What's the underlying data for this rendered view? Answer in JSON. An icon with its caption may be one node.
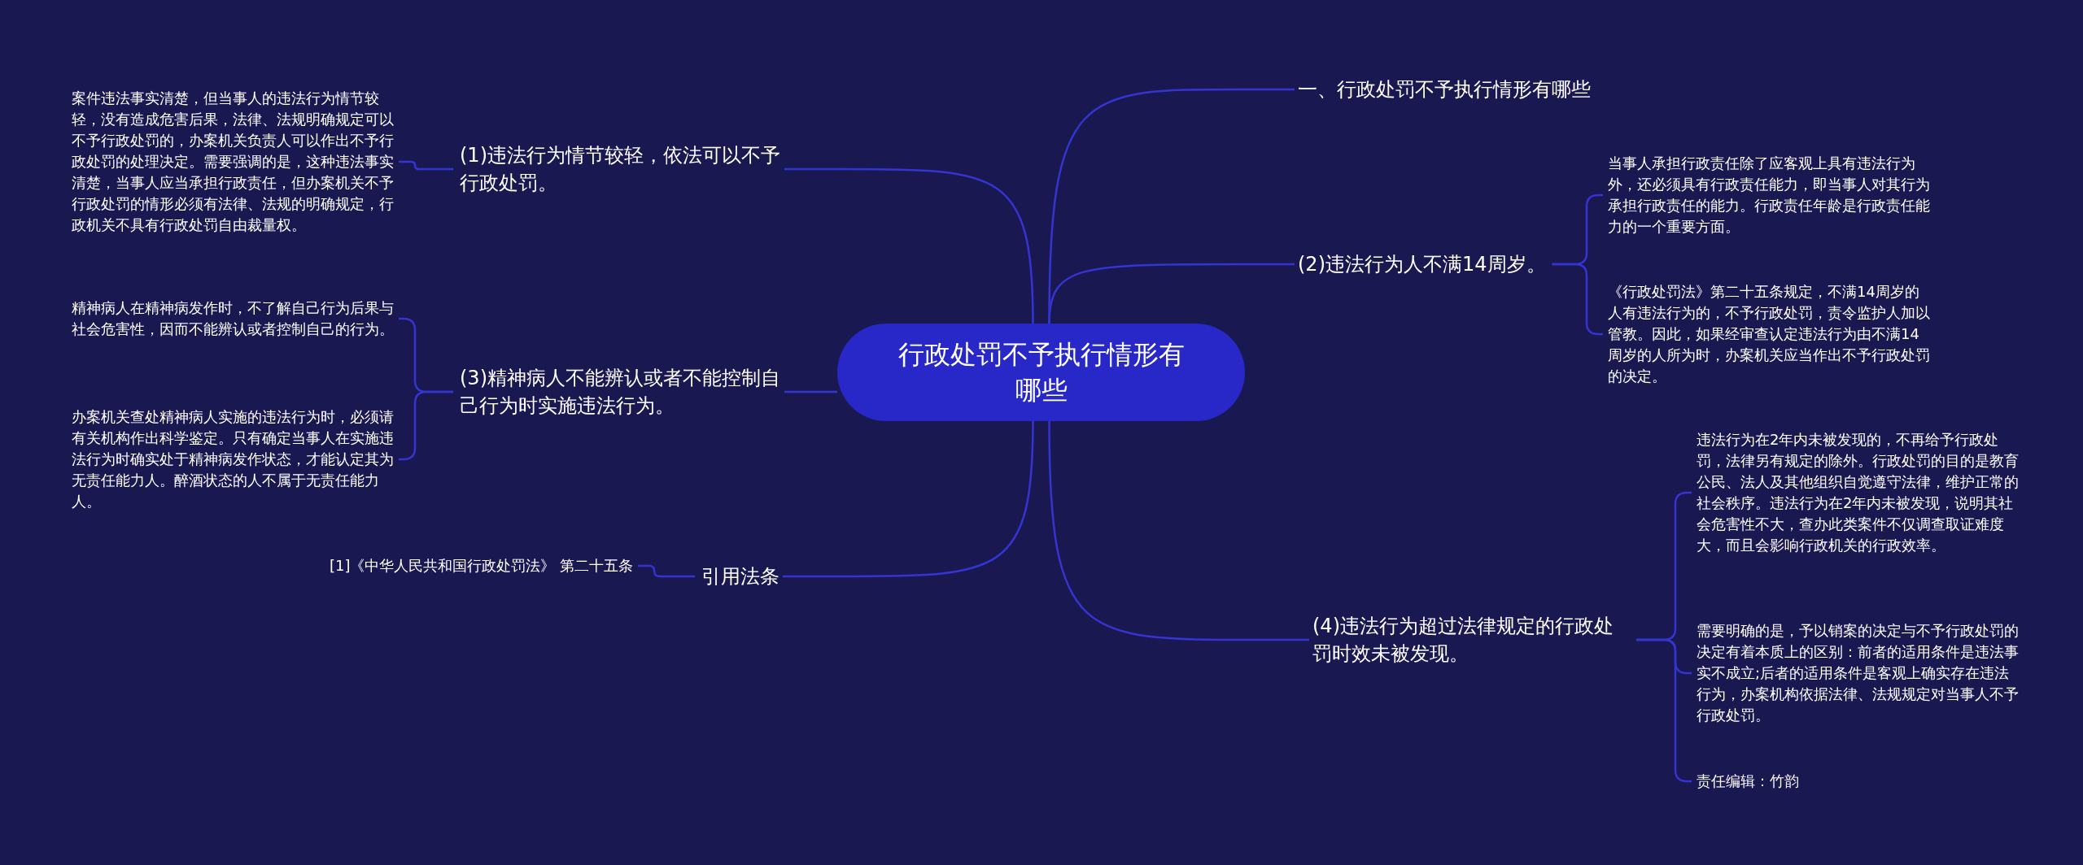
{
  "diagram": {
    "nodes": [
      {
        "text": [
          "行政处罚不予执行情形有哪些"
        ]
      },
      {
        "text": [
          "一、行政处罚不予执行情形有哪些"
        ]
      },
      {
        "text": [
          "(2)违法行为人不满14周岁。"
        ]
      },
      {
        "text": [
          "当事人承担行政责任除了应客观上具有违法行为外，还必须具有行政责任能力，即当事人对其行为承担行政责任的能力。行政责任年龄是行政责任能力的一个重要方面。"
        ]
      },
      {
        "text": [
          "《行政处罚法》第二十五条规定，不满14周岁的人有违法行为的，不予行政处罚，责令监护人加以管教。因此，如果经审查认定违法行为由不满14周岁的人所为时，办案机关应当作出不予行政处罚的决定。"
        ]
      },
      {
        "text": [
          "(4)违法行为超过法律规定的行政处罚时效未被发现。"
        ]
      },
      {
        "text": [
          "违法行为在2年内未被发现的，不再给予行政处罚，法律另有规定的除外。行政处罚的目的是教育公民、法人及其他组织自觉遵守法律，维护正常的社会秩序。违法行为在2年内未被发现，说明其社会危害性不大，查办此类案件不仅调查取证难度大，而且会影响行政机关的行政效率。"
        ]
      },
      {
        "text": [
          "需要明确的是，予以销案的决定与不予行政处罚的决定有着本质上的区别：前者的适用条件是违法事实不成立;后者的适用条件是客观上确实存在违法行为，办案机构依据法律、法规规定对当事人不予行政处罚。"
        ]
      },
      {
        "text": [
          "责任编辑：竹韵"
        ]
      },
      {
        "text": [
          "(1)违法行为情节较轻，依法可以不予行政处罚。"
        ]
      },
      {
        "text": [
          "案件违法事实清楚，但当事人的违法行为情节较轻，没有造成危害后果，法律、法规明确规定可以不予行政处罚的，办案机关负责人可以作出不予行政处罚的处理决定。需要强调的是，这种违法事实清楚，当事人应当承担行政责任，但办案机关不予行政处罚的情形必须有法律、法规的明确规定，行政机关不具有行政处罚自由裁量权。"
        ]
      },
      {
        "text": [
          "(3)精神病人不能辨认或者不能控制自己行为时实施违法行为。"
        ]
      },
      {
        "text": [
          "精神病人在精神病发作时，不了解自己行为后果与社会危害性，因而不能辨认或者控制自己的行为。"
        ]
      },
      {
        "text": [
          "办案机关查处精神病人实施的违法行为时，必须请有关机构作出科学鉴定。只有确定当事人在实施违法行为时确实处于精神病发作状态，才能认定其为无责任能力人。醉酒状态的人不属于无责任能力人。"
        ]
      },
      {
        "text": [
          "引用法条"
        ]
      },
      {
        "text": [
          "[1]《中华人民共和国行政处罚法》 第二十五条"
        ]
      }
    ],
    "edges": [
      {
        "from": 0,
        "to": 1,
        "arrow": "none"
      },
      {
        "from": 0,
        "to": 2,
        "arrow": "none"
      },
      {
        "from": 2,
        "to": 3,
        "arrow": "none"
      },
      {
        "from": 2,
        "to": 4,
        "arrow": "none"
      },
      {
        "from": 0,
        "to": 5,
        "arrow": "none"
      },
      {
        "from": 5,
        "to": 6,
        "arrow": "none"
      },
      {
        "from": 5,
        "to": 7,
        "arrow": "none"
      },
      {
        "from": 5,
        "to": 8,
        "arrow": "none"
      },
      {
        "from": 0,
        "to": 9,
        "arrow": "none"
      },
      {
        "from": 9,
        "to": 10,
        "arrow": "none"
      },
      {
        "from": 0,
        "to": 11,
        "arrow": "none"
      },
      {
        "from": 11,
        "to": 12,
        "arrow": "none"
      },
      {
        "from": 11,
        "to": 13,
        "arrow": "none"
      },
      {
        "from": 0,
        "to": 14,
        "arrow": "none"
      },
      {
        "from": 14,
        "to": 15,
        "arrow": "none"
      }
    ]
  }
}
